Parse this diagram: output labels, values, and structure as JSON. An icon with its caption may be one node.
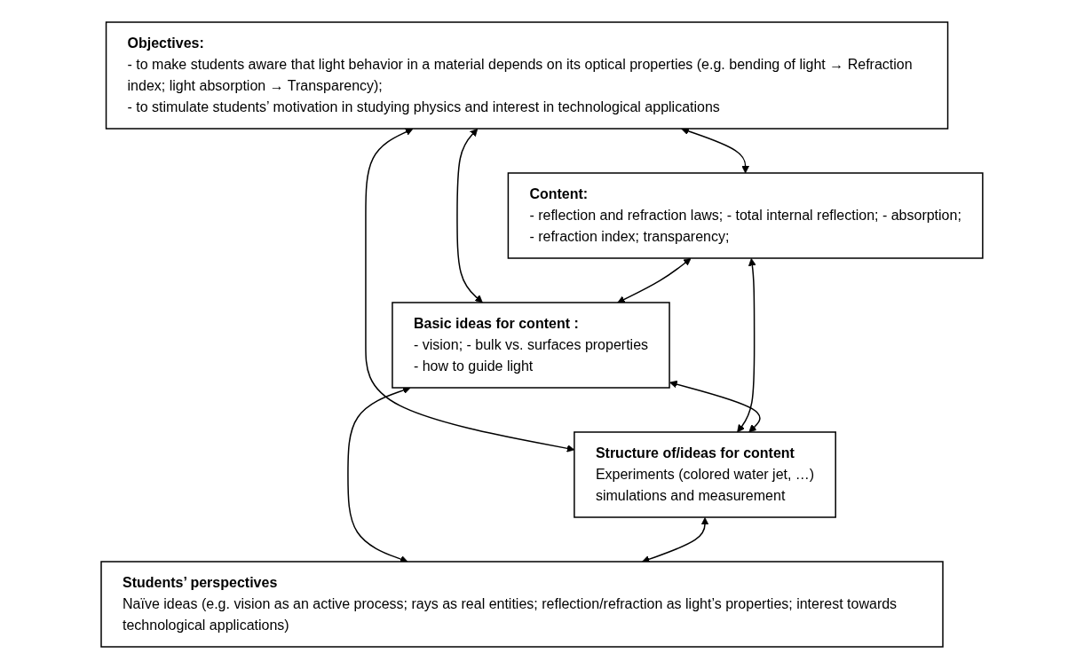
{
  "diagram": {
    "nodes": [
      {
        "text": [
          "Objectives:",
          "- to make students aware that light behavior in a material depends on its optical properties (e.g. bending of light → Refraction index; light absorption → Transparency);",
          "- to stimulate students’ motivation in studying physics and interest in technological applications"
        ]
      },
      {
        "text": [
          "Content:",
          "- reflection and refraction laws; - total internal reflection; - absorption;",
          "- refraction index;  transparency;"
        ]
      },
      {
        "text": [
          "Basic ideas for content :",
          "- vision; - bulk vs. surfaces properties",
          "- how to guide light"
        ]
      },
      {
        "text": [
          "Structure of/ideas for content",
          "Experiments (colored water jet, …)",
          "simulations and measurement"
        ]
      },
      {
        "text": [
          "Students’ perspectives",
          "Naïve ideas (e.g. vision as an active process; rays as real entities; reflection/refraction as light’s properties; interest towards technological applications)"
        ]
      }
    ],
    "edges": [
      {
        "from": 0,
        "to": 1,
        "arrow": "both"
      },
      {
        "from": 0,
        "to": 2,
        "arrow": "both"
      },
      {
        "from": 0,
        "to": 3,
        "arrow": "both"
      },
      {
        "from": 1,
        "to": 2,
        "arrow": "both"
      },
      {
        "from": 1,
        "to": 3,
        "arrow": "both"
      },
      {
        "from": 2,
        "to": 3,
        "arrow": "both"
      },
      {
        "from": 2,
        "to": 4,
        "arrow": "both"
      },
      {
        "from": 3,
        "to": 4,
        "arrow": "both"
      }
    ]
  }
}
